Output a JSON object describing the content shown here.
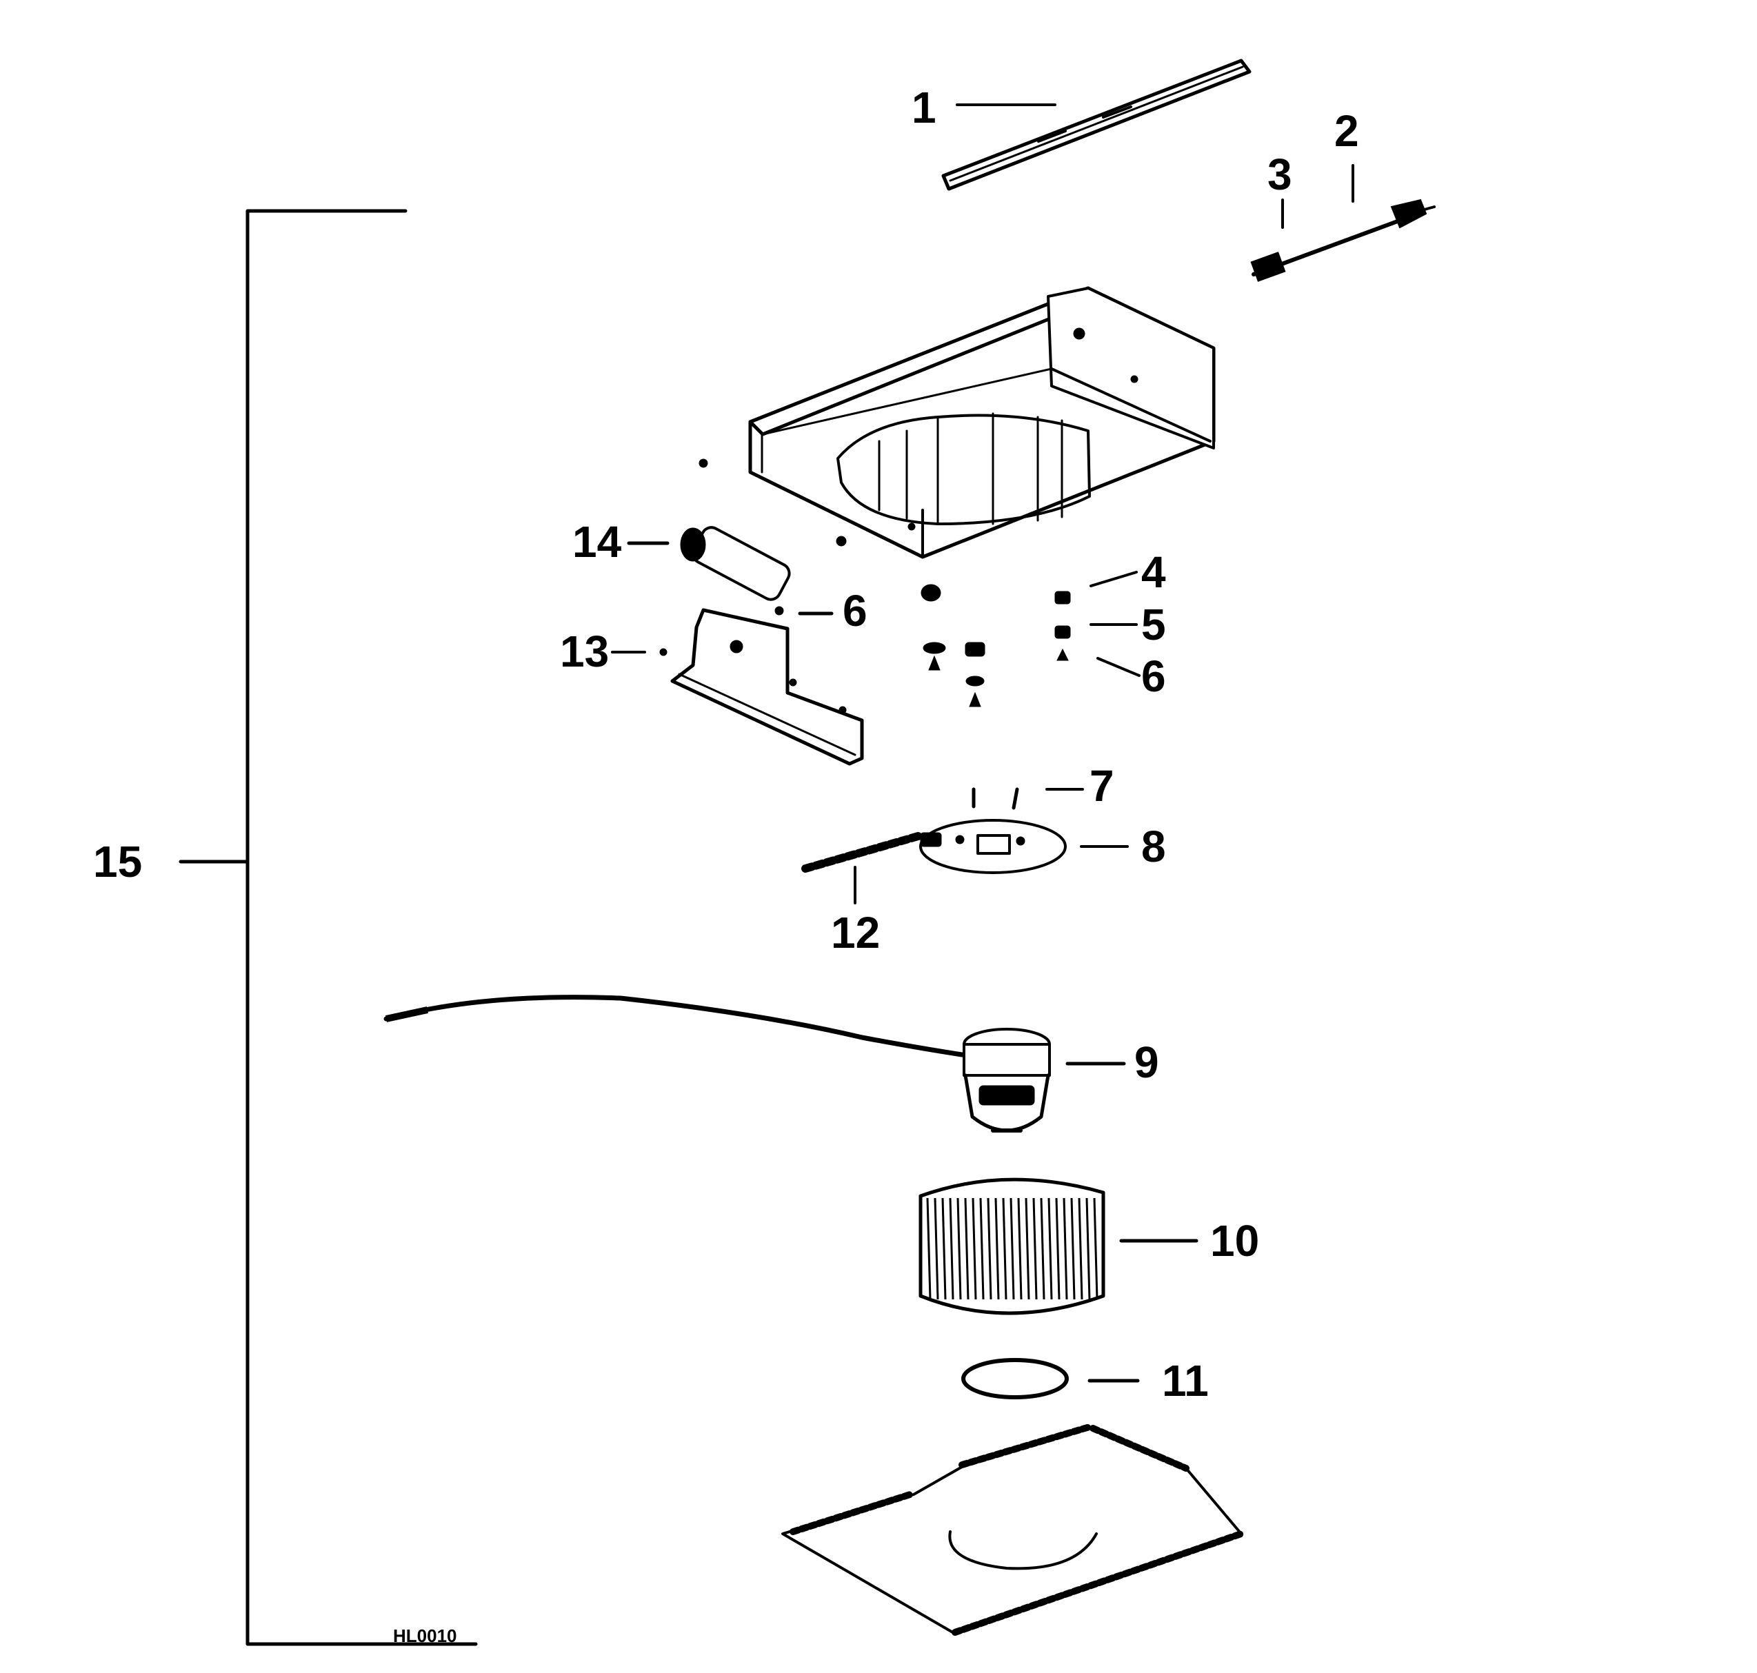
{
  "diagram": {
    "labels": {
      "p1": "1",
      "p2": "2",
      "p3": "3",
      "p4": "4",
      "p5": "5",
      "p6a": "6",
      "p6b": "6",
      "p7": "7",
      "p8": "8",
      "p9": "9",
      "p10": "10",
      "p11": "11",
      "p12": "12",
      "p13": "13",
      "p14": "14",
      "p15": "15"
    },
    "drawing_code": "HL0010"
  },
  "colors": {
    "ink": "#000000",
    "paper": "#ffffff"
  }
}
